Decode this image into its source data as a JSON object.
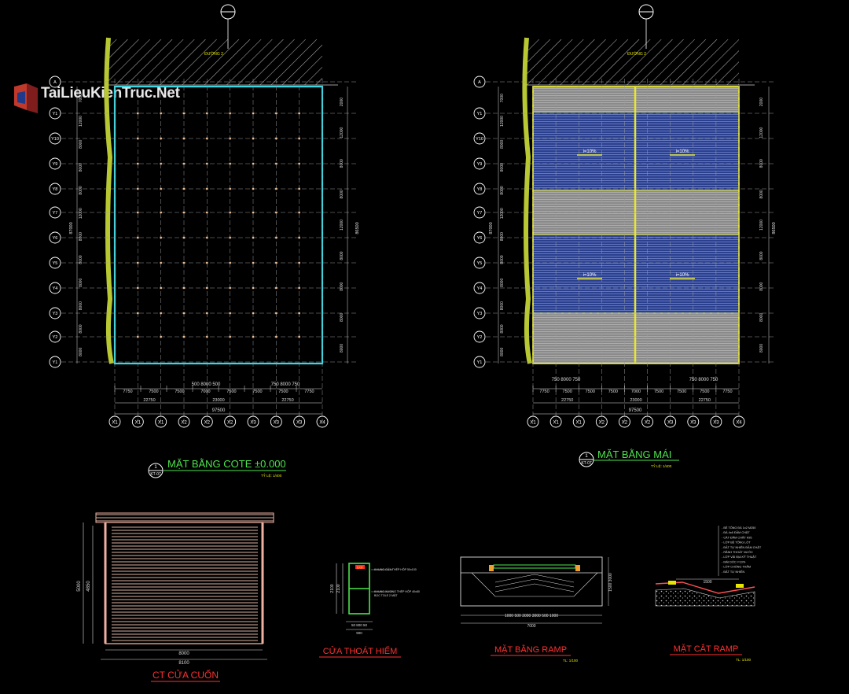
{
  "watermark": "TaiLieuKienTruc.Net",
  "plan_left": {
    "title": "MẶT BẰNG COTE ±0.000",
    "scale": "TỶ LỆ: 1/400",
    "ref_top": "1",
    "ref_bottom": "KT-07",
    "road_label": "ĐƯỜNG 2",
    "grid_rows": [
      "A",
      "Y1",
      "Y10",
      "Y9",
      "Y8",
      "Y7",
      "Y6",
      "Y5",
      "Y4",
      "Y3",
      "Y2",
      "Y1"
    ],
    "grid_cols": [
      "X1",
      "X1",
      "X1",
      "X2",
      "X2",
      "X2",
      "X3",
      "X3",
      "X3",
      "X4"
    ],
    "bottom_dims_row1": [
      "7750",
      "7500",
      "7500",
      "7000",
      "7500",
      "7500",
      "7500",
      "7750"
    ],
    "bottom_dims_row2": [
      "22750",
      "23000",
      "22750"
    ],
    "bottom_total": "97500",
    "door_dims_a": "500 8000 500",
    "door_dims_b": "750 8000 750",
    "left_total": "87000",
    "right_total": "86500",
    "left_dims": [
      "7000",
      "12000",
      "8000",
      "8000",
      "8000",
      "12000",
      "8000",
      "8000",
      "8000",
      "8000",
      "8000",
      "8000"
    ],
    "right_dims": [
      "2000",
      "12000",
      "8000",
      "8000",
      "12000",
      "8000",
      "8000",
      "8000",
      "8000"
    ]
  },
  "plan_right": {
    "title": "MẶT BẰNG MÁI",
    "scale": "TỶ LỆ: 1/400",
    "ref_top": "1",
    "ref_bottom": "KT-07",
    "road_label": "ĐƯỜNG 2",
    "slopes": [
      "i=10%",
      "i=10%",
      "i=10%",
      "i=10%"
    ],
    "bottom_dims_row1": [
      "7750",
      "7500",
      "7500",
      "7500",
      "7000",
      "7500",
      "7500",
      "7500",
      "7750"
    ],
    "bottom_dims_row2": [
      "22750",
      "23000",
      "22750"
    ],
    "bottom_total": "97500",
    "door_dims_a": "750 8000 750",
    "door_dims_b": "750 8000 750"
  },
  "door_detail": {
    "title": "CT CỬA CUỐN",
    "dim_width": "8000",
    "dim_total": "8100",
    "dim_height": "5000",
    "dim_height2": "4850"
  },
  "exit_door": {
    "title": "CỬA THOÁT HIỂM",
    "note1": "KHUNG CỬA THÉP HỘP 50x100",
    "note2": "KHUNG XƯƠNG THÉP HỘP 40x80",
    "note3": "BỌC TOLE 2 MẶT",
    "exit_sign": "EXIT",
    "dim_h1": "2100",
    "dim_h2": "2100",
    "dim_w": "900",
    "dim_parts": "50  800  50"
  },
  "ramp_plan": {
    "title": "MẶT BẰNG RAMP",
    "scale": "TL: 1/100",
    "dims": "1000 500   3000   3000   500 1000",
    "total": "7000",
    "side": "1500 3000"
  },
  "ramp_section": {
    "title": "MẶT CẮT RAMP",
    "scale": "TL: 1/100",
    "dim": "1500",
    "notes": [
      "- BÊ TÔNG ĐÁ 1x2 M250",
      "- ĐÁ 4x6 ĐẦM CHẶT",
      "- CÁT ĐẦM CHẶT K95",
      "- LỚP BÊ TÔNG LÓT",
      "- ĐẤT TỰ NHIÊN ĐẦM CHẶT",
      "- RÃNH THOÁT NƯỚC",
      "- LỚP VẢI ĐỊA KỸ THUẬT",
      "- MÁI DỐC i=10%",
      "- LỚP CHỐNG THẤM",
      "- ĐẤT TỰ NHIÊN"
    ]
  }
}
